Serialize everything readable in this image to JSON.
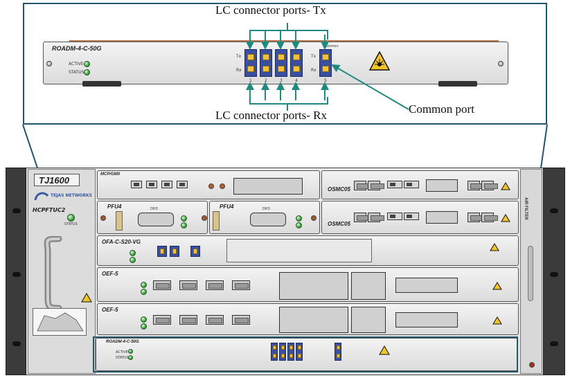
{
  "callouts": {
    "tx_label": "LC connector ports- Tx",
    "rx_label": "LC connector ports- Rx",
    "common_label": "Common port"
  },
  "zoom_card": {
    "name": "ROADM-4-C-50G",
    "active": "ACTIVE",
    "status": "STATUS",
    "tx": "Tx",
    "rx": "Rx",
    "common": "Common",
    "port_numbers": [
      "1",
      "2",
      "3",
      "4",
      "5"
    ]
  },
  "chassis": {
    "model": "TJ1600",
    "brand": "TEJAS NETWORKS",
    "shelf_label": "HCPFTUC2",
    "status": "STATUS",
    "side_label": "AIR FILTER",
    "cards": {
      "mc_card": "MCP/GMII",
      "osmc_top": "OSMC05",
      "osmc_bottom": "OSMC05",
      "pfu_left": "PFU4",
      "pfu_right": "PFU4",
      "pfu_conn": "DH3",
      "ofa": "OFA-C-S20-VG",
      "oef_top": "OEF-5",
      "oef_bottom": "OEF-5",
      "roadm": "ROADM-4-C-50G",
      "roadm_active": "ACTIVE",
      "roadm_status": "STATUS"
    }
  },
  "colors": {
    "frame": "#22546b",
    "arrow": "#1f8a80",
    "port_body": "#3a4fa0",
    "port_slot": "#f2c23a"
  }
}
